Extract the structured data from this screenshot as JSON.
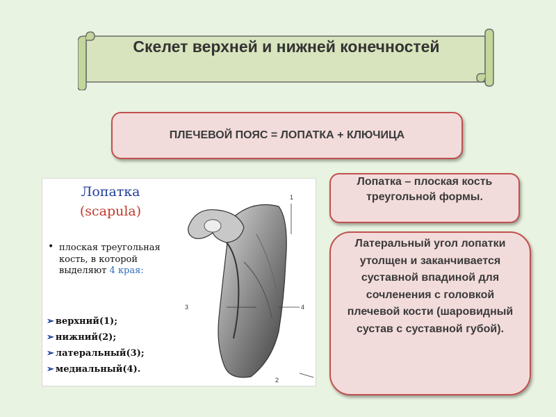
{
  "title": "Скелет верхней и нижней конечностей",
  "shoulder_girdle": "ПЛЕЧЕВОЙ ПОЯС = ЛОПАТКА + КЛЮЧИЦА",
  "scapula_definition": "Лопатка – плоская кость треугольной формы.",
  "lateral_angle_text": "Латеральный угол лопатки утолщен и заканчивается суставной впадиной для сочленения с головкой плечевой кости (шаровидный сустав с суставной губой).",
  "panel": {
    "title": "Лопатка",
    "subtitle": "(scapula)",
    "bullet_text": "плоская треугольная кость, в которой выделяют",
    "bullet_num": "4",
    "bullet_tail": "края:",
    "edges": [
      "верхний(1);",
      "нижний(2);",
      "латеральный(3);",
      "медиальный(4)."
    ],
    "labels": [
      "1",
      "2",
      "3",
      "4"
    ]
  },
  "colors": {
    "scroll_fill": "#d7e4bd",
    "box_fill": "#f2dcdb",
    "box_border": "#c0504d"
  }
}
